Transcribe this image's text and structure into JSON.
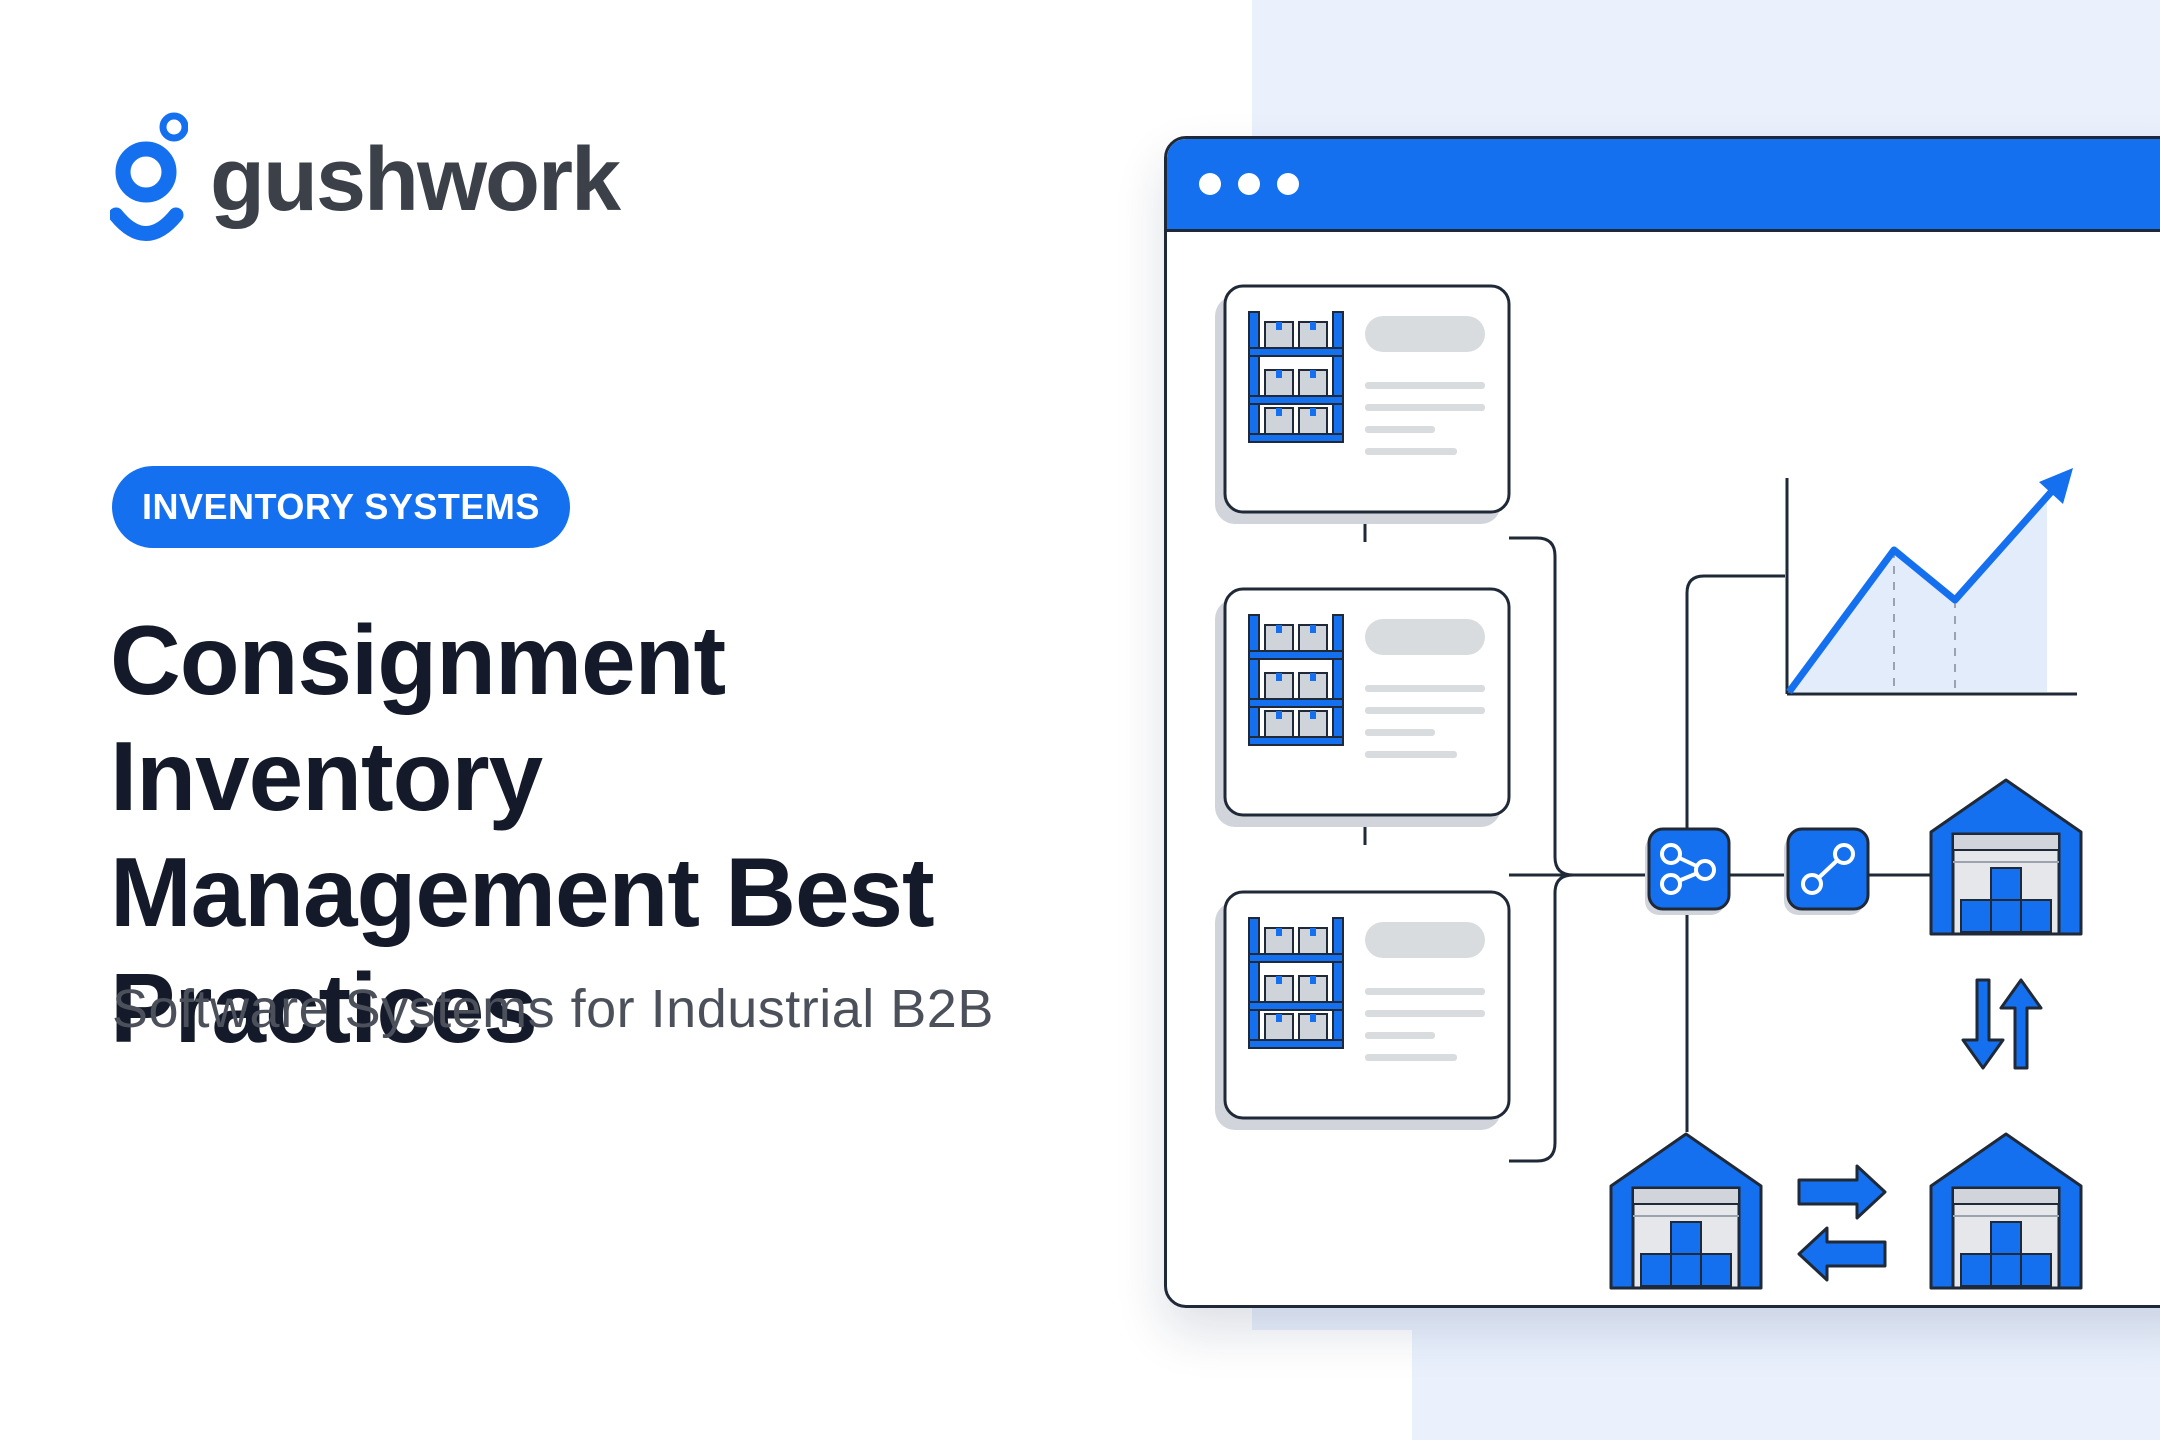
{
  "brand": {
    "name": "gushwork",
    "accent_color": "#1570ef",
    "text_color": "#3b4049"
  },
  "tag": {
    "label": "INVENTORY SYSTEMS"
  },
  "headline": {
    "lines": [
      "Consignment Inventory",
      "Management Best",
      "Practices"
    ]
  },
  "subheadline": {
    "text": "Software Systems for Industrial B2B"
  },
  "illustration": {
    "window_control_dots": 3,
    "shelf_cards": 3,
    "icons": [
      "shelving-rack-icon",
      "trend-chart-icon",
      "network-node-icon",
      "link-node-icon",
      "warehouse-icon",
      "swap-arrows-icon",
      "vertical-arrows-icon"
    ],
    "colors": {
      "primary": "#1570ef",
      "outline": "#1f2937",
      "muted": "#d1d5db",
      "chart_fill": "#e3ecfb"
    }
  }
}
